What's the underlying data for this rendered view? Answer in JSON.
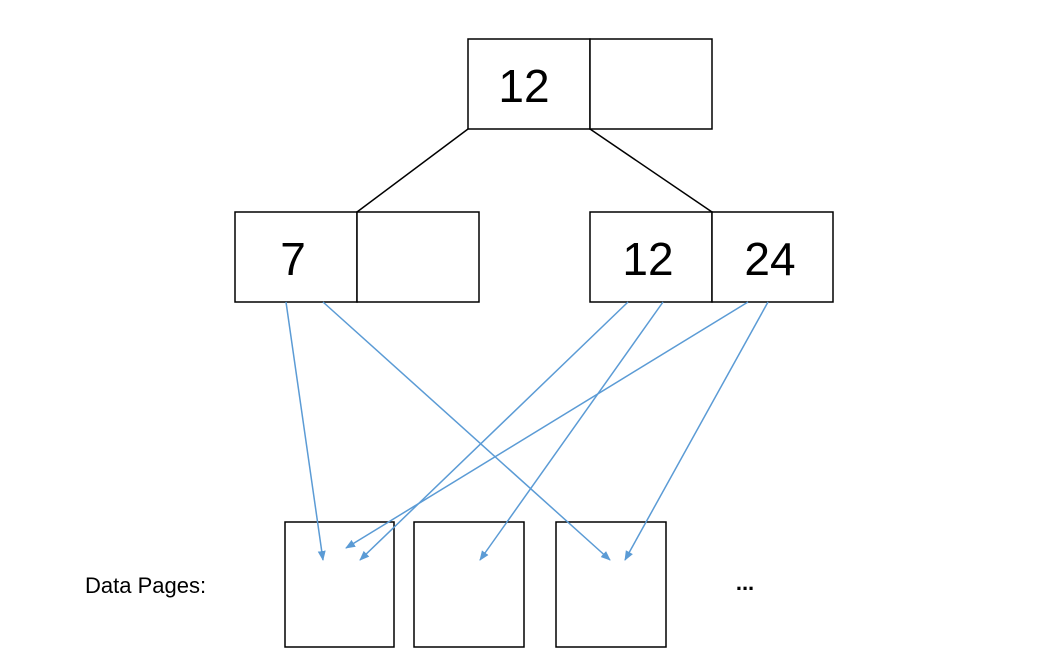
{
  "root": {
    "keys": [
      "12",
      ""
    ]
  },
  "left_node": {
    "keys": [
      "7",
      ""
    ]
  },
  "right_node": {
    "keys": [
      "12",
      "24"
    ]
  },
  "data_pages": {
    "label": "Data Pages:",
    "count": 3,
    "ellipsis": "..."
  },
  "colors": {
    "tree_edge": "#000000",
    "pointer": "#5b9bd5",
    "node_border": "#000000"
  }
}
